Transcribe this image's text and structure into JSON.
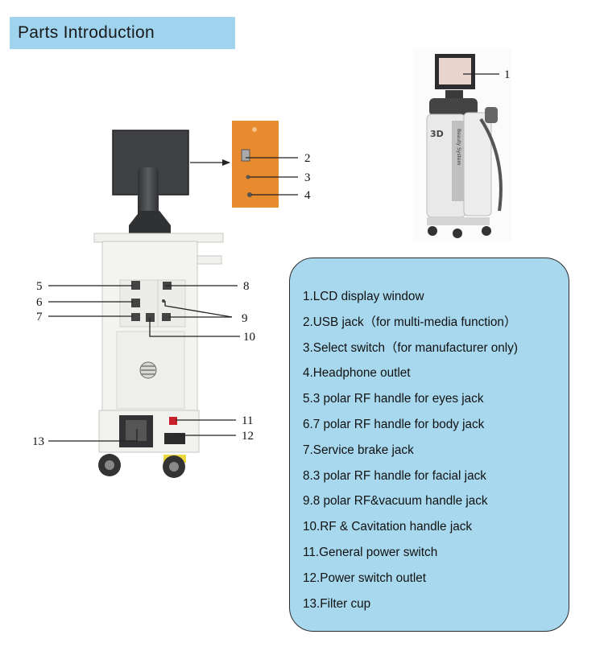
{
  "header": {
    "title": "Parts Introduction"
  },
  "colors": {
    "header_bg": "#9fd3ee",
    "legend_bg": "#a8d8ee",
    "detail_panel": "#e88a2e",
    "cabinet": "#f1f1ee",
    "screen": "#3e4043"
  },
  "callouts": [
    "1",
    "2",
    "3",
    "4",
    "5",
    "6",
    "7",
    "8",
    "9",
    "10",
    "11",
    "12",
    "13"
  ],
  "legend": {
    "items": [
      "1.LCD display window",
      "2.USB jack（for multi-media function）",
      "3.Select switch（for manufacturer only)",
      "4.Headphone outlet",
      "5.3 polar RF handle for eyes jack",
      "6.7 polar RF handle for body jack",
      "7.Service brake jack",
      "8.3 polar RF handle for facial  jack",
      "9.8 polar RF&vacuum handle jack",
      "10.RF & Cavitation handle jack",
      "11.General power switch",
      "12.Power switch outlet",
      "13.Filter cup"
    ]
  },
  "product_photo": {
    "brand_text": "3D",
    "side_text": "Beauty System"
  }
}
